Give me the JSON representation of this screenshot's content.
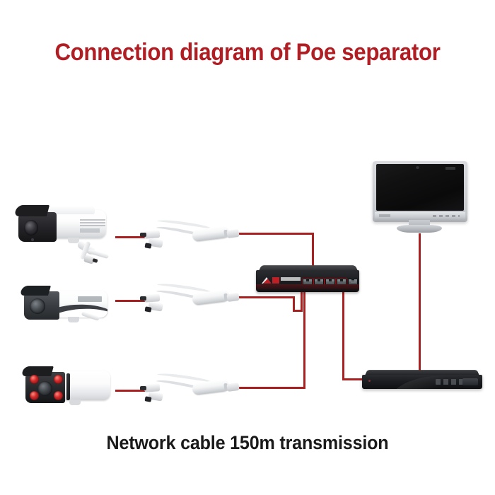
{
  "page": {
    "title": "Connection diagram of Poe separator",
    "caption": "Network cable 150m transmission",
    "title_color": "#b01e24",
    "caption_color": "#1a1a1a",
    "background_color": "#ffffff",
    "cable_color": "#a82020"
  },
  "devices": {
    "cameras": [
      {
        "id": "camera-top",
        "name": "IP bullet camera (top)",
        "body_color": "#ffffff",
        "lens_housing_color": "#1d1d1f",
        "has_pigtail": true
      },
      {
        "id": "camera-middle",
        "name": "IP bullet camera (middle)",
        "body_color": "#ffffff",
        "lens_housing_color": "#3a3e42",
        "has_pigtail": true
      },
      {
        "id": "camera-bottom",
        "name": "IP bullet camera with IR LEDs (bottom)",
        "body_color": "#ffffff",
        "lens_housing_color": "#26282b",
        "ir_led_count": 4,
        "ir_led_color": "#d3292a"
      }
    ],
    "splitters": [
      {
        "id": "poe-splitter-1",
        "name": "PoE separator / splitter",
        "body_color": "#ffffff",
        "output_connectors": 2
      },
      {
        "id": "poe-splitter-2",
        "name": "PoE separator / splitter",
        "body_color": "#ffffff",
        "output_connectors": 2
      },
      {
        "id": "poe-splitter-3",
        "name": "PoE separator / splitter",
        "body_color": "#ffffff",
        "output_connectors": 2
      }
    ],
    "switch": {
      "id": "poe-switch",
      "name": "Unmanaged PoE Switch",
      "chassis_color": "#1d1e21",
      "accent_color": "#bf2026",
      "port_count": 6,
      "poe_port_count": 4,
      "uplink_port_count": 2
    },
    "monitor": {
      "id": "monitor",
      "name": "LCD monitor",
      "screen_color": "#0a0a0b",
      "bezel_color": "#c4c7cb"
    },
    "recorder": {
      "id": "nvr",
      "name": "Network video recorder",
      "chassis_color": "#1c1d20"
    }
  },
  "connections": [
    {
      "id": "link-cam1-splitter1",
      "from": "camera-top",
      "to": "poe-splitter-1"
    },
    {
      "id": "link-splitter1-switch",
      "from": "poe-splitter-1",
      "to": "poe-switch"
    },
    {
      "id": "link-cam2-splitter2",
      "from": "camera-middle",
      "to": "poe-splitter-2"
    },
    {
      "id": "link-splitter2-switch",
      "from": "poe-splitter-2",
      "to": "poe-switch"
    },
    {
      "id": "link-cam3-splitter3",
      "from": "camera-bottom",
      "to": "poe-splitter-3"
    },
    {
      "id": "link-splitter3-switch",
      "from": "poe-splitter-3",
      "to": "poe-switch"
    },
    {
      "id": "link-switch-nvr",
      "from": "poe-switch",
      "to": "nvr"
    },
    {
      "id": "link-monitor-nvr",
      "from": "monitor",
      "to": "nvr"
    }
  ]
}
